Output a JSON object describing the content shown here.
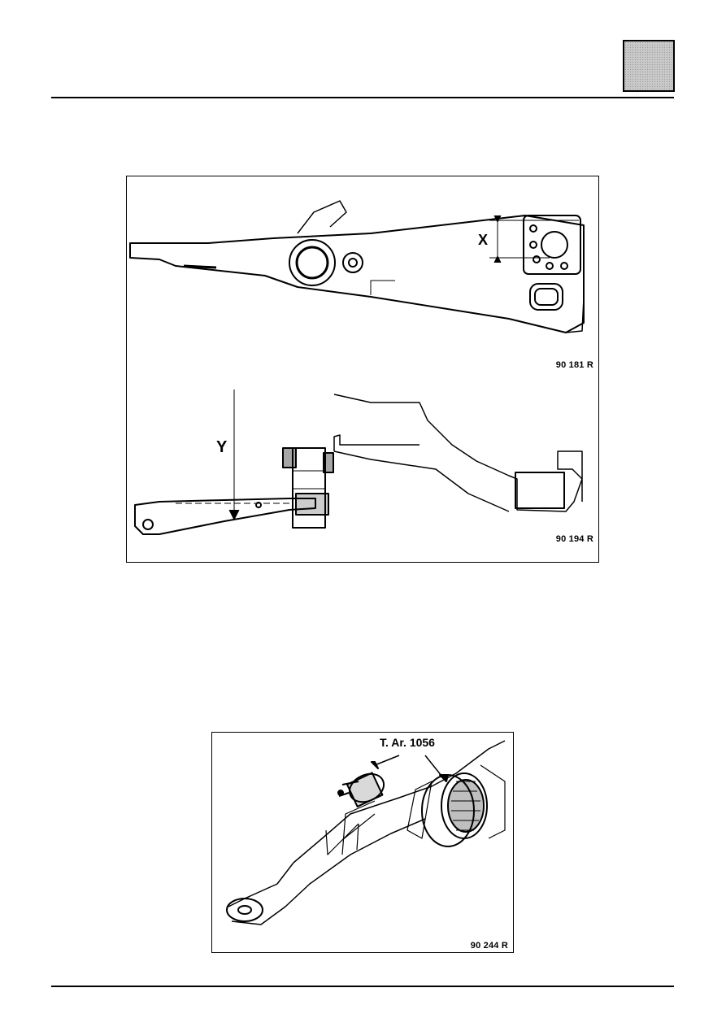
{
  "figures": [
    {
      "id": "fig1",
      "panels": [
        {
          "reference": "90 181 R",
          "dimension_label": "X"
        },
        {
          "reference": "90 194 R",
          "dimension_label": "Y"
        }
      ]
    },
    {
      "id": "fig2",
      "reference": "90 244 R",
      "tool_label": "T. Ar. 1056"
    }
  ]
}
